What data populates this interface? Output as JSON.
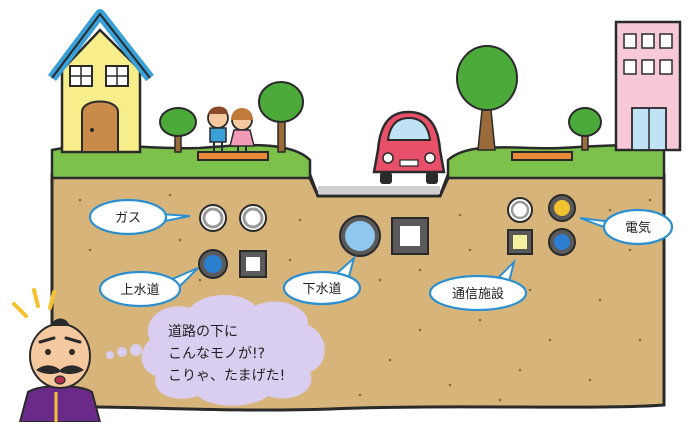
{
  "labels": {
    "gas": "ガス",
    "water_supply": "上水道",
    "sewer": "下水道",
    "telecom": "通信施設",
    "electricity": "電気"
  },
  "thought": {
    "line1": "道路の下に",
    "line2": "こんなモノが!?",
    "line3": "こりゃ、たまげた!"
  },
  "colors": {
    "soil": "#d7b57a",
    "grass": "#7cc24a",
    "sky": "#ffffff",
    "pipe_blue": "#2b7fd0",
    "pipe_light_blue": "#8fc7f0",
    "pipe_yellow": "#f2c230",
    "pipe_cream": "#f5f0a0",
    "label_border": "#2b8fd0",
    "thought_bubble": "#d9cdf0",
    "house_yellow": "#f7ed8a",
    "house_roof": "#3aa0d8",
    "car_pink": "#e8506a",
    "building_pink": "#f7c9d8"
  },
  "icons": {
    "character": "surprised-samurai-icon",
    "car": "car-icon",
    "house": "house-icon",
    "building": "building-icon",
    "children": "children-icon",
    "tree": "tree-icon"
  }
}
